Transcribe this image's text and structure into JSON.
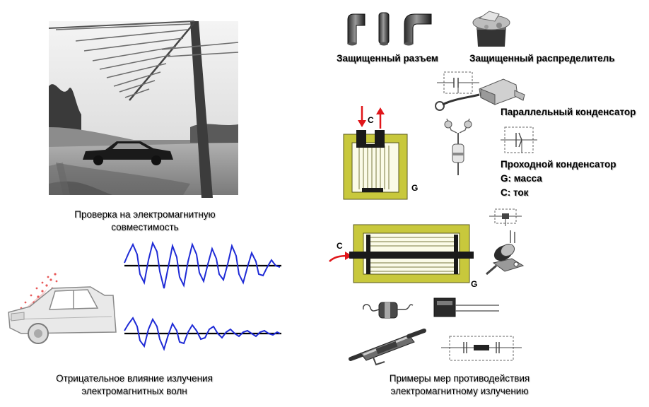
{
  "labels": {
    "photo_caption_1": "Проверка на электромагнитную",
    "photo_caption_2": "совместимость",
    "effect_caption_1": "Отрицательное влияние излучения",
    "effect_caption_2": "электромагнитных волн",
    "measures_caption_1": "Примеры мер противодействия",
    "measures_caption_2": "электромагнитному излучению",
    "shielded_connector": "Защищенный разъем",
    "shielded_distributor": "Защищенный распределитель",
    "parallel_capacitor": "Параллельный конденсатор",
    "feedthrough_capacitor": "Проходной конденсатор",
    "legend_g": "G: масса",
    "legend_c": "C: ток",
    "terminal_c_top": "C",
    "terminal_g_top": "G",
    "terminal_c_side": "C",
    "terminal_g_side": "G"
  },
  "colors": {
    "capacitor_case": "#c8c83c",
    "capacitor_core": "#fbfbe8",
    "arrow_red": "#e0161a",
    "wave_blue": "#1f2bd6",
    "radiation_red": "#e85a5a"
  },
  "icons": [
    "antenna-mast-photo",
    "car-front-icon",
    "connector-icon",
    "distributor-icon",
    "capacitor-icon",
    "noise-filter-icon"
  ]
}
